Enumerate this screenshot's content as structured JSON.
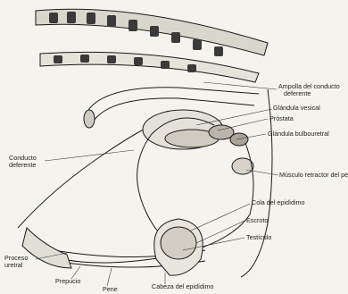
{
  "labels": {
    "ampolla": "Ampolla del conducto",
    "ampolla2": "deferente",
    "glandula_vesical": "Glándula vesical",
    "prostata": "Próstata",
    "bulbouretral": "Glándula bulbouretral",
    "musculo_retractor": "Músculo retractor del pene",
    "conducto": "Conducto",
    "conducto2": "deferente",
    "cola_epididimo": "Cola del epidídimo",
    "escroto": "Escroto",
    "testiculo": "Testículo",
    "proceso": "Proceso",
    "proceso2": "uretral",
    "prepucio": "Prepucio",
    "pene": "Pene",
    "cabeza_epididimo": "Cabeza del epidídimo"
  }
}
